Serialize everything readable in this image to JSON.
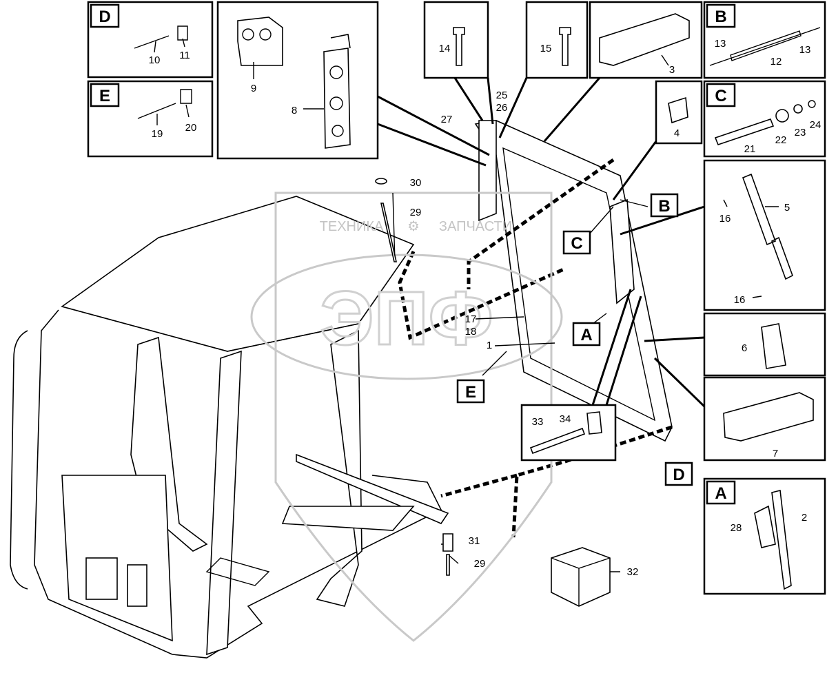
{
  "watermark": {
    "text_left": "ТЕХНИКА",
    "text_right": "ЗАПЧАСТИ",
    "logo": "ЭПФ"
  },
  "detail_letters": {
    "A": "A",
    "B": "B",
    "C": "C",
    "D": "D",
    "E": "E"
  },
  "callouts": {
    "p1": "1",
    "p2": "2",
    "p3": "3",
    "p4": "4",
    "p5": "5",
    "p6": "6",
    "p7": "7",
    "p8": "8",
    "p9": "9",
    "p10": "10",
    "p11": "11",
    "p12": "12",
    "p13a": "13",
    "p13b": "13",
    "p14": "14",
    "p15": "15",
    "p16a": "16",
    "p16b": "16",
    "p17": "17",
    "p18": "18",
    "p19": "19",
    "p20": "20",
    "p21": "21",
    "p22": "22",
    "p23": "23",
    "p24": "24",
    "p25": "25",
    "p26": "26",
    "p27": "27",
    "p28": "28",
    "p29a": "29",
    "p29b": "29",
    "p30": "30",
    "p31": "31",
    "p32": "32",
    "p33": "33",
    "p34": "34"
  }
}
